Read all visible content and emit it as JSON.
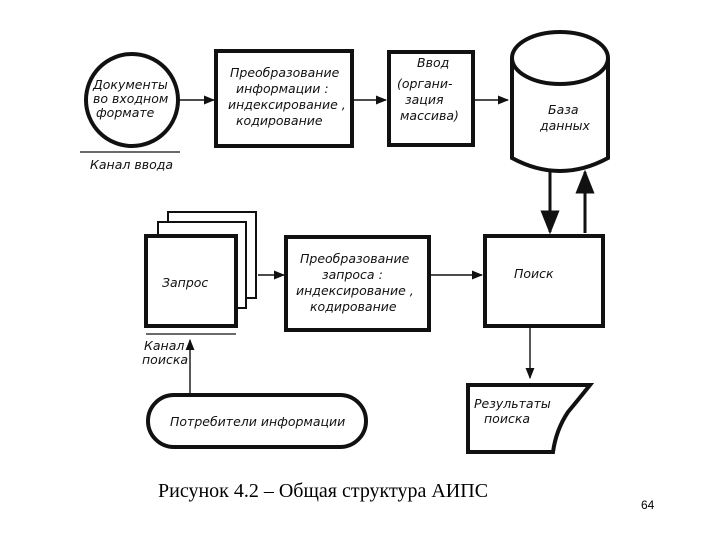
{
  "diagram": {
    "nodes": {
      "documents": [
        "Документы",
        "во входном",
        "формате"
      ],
      "input_channel": "Канал ввода",
      "transform_info": [
        "Преобразование",
        "информации :",
        "индексирование ,",
        "кодирование"
      ],
      "input": [
        "Ввод",
        "(органи-",
        "зация",
        "массива)"
      ],
      "database": [
        "База",
        "данных"
      ],
      "query": "Запрос",
      "transform_query": [
        "Преобразование",
        "запроса :",
        "индексирование ,",
        "кодирование"
      ],
      "search": "Поиск",
      "search_channel": [
        "Канал",
        "поиска"
      ],
      "consumers": "Потребители информации",
      "results": [
        "Результаты",
        "поиска"
      ]
    }
  },
  "caption": "Рисунок 4.2 – Общая структура АИПС",
  "page_number": "64"
}
